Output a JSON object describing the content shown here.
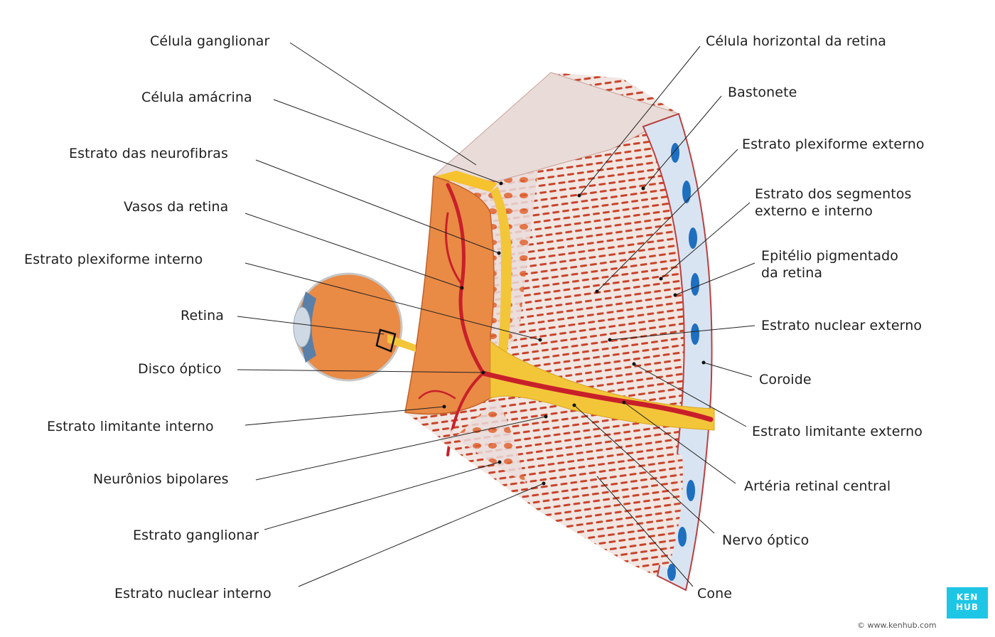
{
  "labels": {
    "ganglion_cell": "Célula ganglionar",
    "amacrine_cell": "Célula amácrina",
    "nerve_fiber_layer": "Estrato das neurofibras",
    "retinal_vessels": "Vasos da retina",
    "inner_plexiform": "Estrato plexiforme interno",
    "retina": "Retina",
    "optic_disc": "Disco óptico",
    "inner_limiting": "Estrato limitante interno",
    "bipolar_neurons": "Neurônios bipolares",
    "ganglion_layer": "Estrato ganglionar",
    "inner_nuclear": "Estrato nuclear interno",
    "horizontal_cell": "Célula horizontal da retina",
    "rod": "Bastonete",
    "outer_plexiform": "Estrato plexiforme externo",
    "segments_line1": "Estrato dos segmentos",
    "segments_line2": "externo e interno",
    "rpe_line1": "Epitélio pigmentado",
    "rpe_line2": "da retina",
    "outer_nuclear": "Estrato nuclear externo",
    "choroid": "Coroide",
    "outer_limiting": "Estrato limitante externo",
    "central_artery": "Artéria retinal central",
    "optic_nerve": "Nervo óptico",
    "cone": "Cone"
  },
  "brand": {
    "logo_line1": "KEN",
    "logo_line2": "HUB",
    "website": "© www.kenhub.com",
    "color": "#1ec6e6"
  },
  "colors": {
    "vessel": "#c8202a",
    "nerve": "#f3c63a",
    "tissue": "#e98a45",
    "choroid_blue": "#1f6fc0"
  }
}
